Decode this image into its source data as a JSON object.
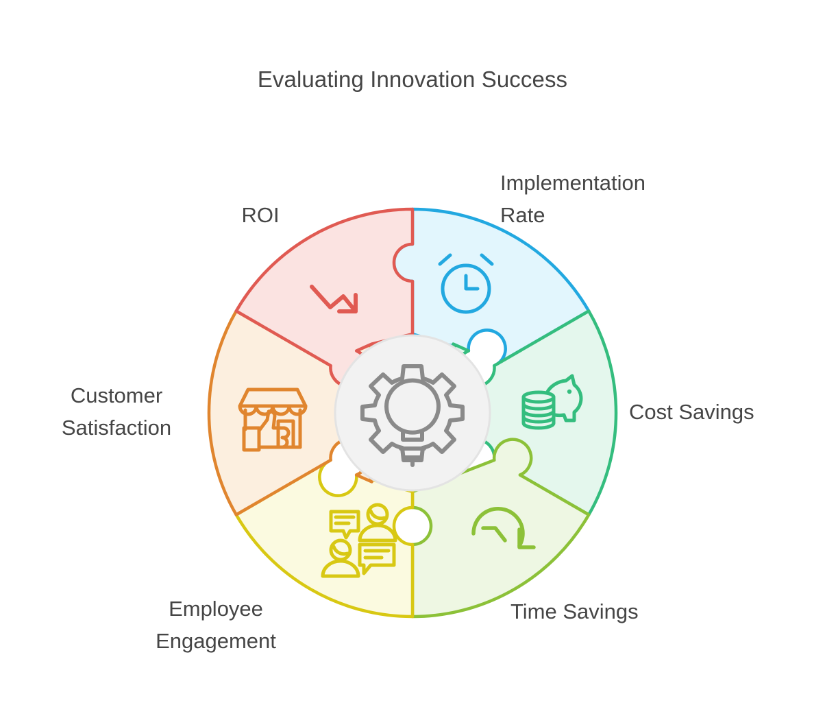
{
  "title": "Evaluating Innovation Success",
  "center": {
    "icon": "gear-lightbulb-icon",
    "fill": "#f2f2f2",
    "stroke": "#e0e0e0",
    "icon_color": "#8a8a8a"
  },
  "segments": [
    {
      "id": "implementation-rate",
      "label": "Implementation\nRate",
      "icon": "alarm-clock-icon",
      "stroke": "#22a8e0",
      "fill": "#e2f6fd",
      "start_angle": -90,
      "end_angle": -30
    },
    {
      "id": "cost-savings",
      "label": "Cost Savings",
      "icon": "piggy-bank-coins-icon",
      "stroke": "#34bd7e",
      "fill": "#e4f7ed",
      "start_angle": -30,
      "end_angle": 30
    },
    {
      "id": "time-savings",
      "label": "Time Savings",
      "icon": "clock-arrow-icon",
      "stroke": "#8cc138",
      "fill": "#eef7e3",
      "start_angle": 30,
      "end_angle": 90
    },
    {
      "id": "employee-engagement",
      "label": "Employee\nEngagement",
      "icon": "people-speech-bubbles-icon",
      "stroke": "#d8c813",
      "fill": "#fbfae0",
      "start_angle": 90,
      "end_angle": 150
    },
    {
      "id": "customer-satisfaction",
      "label": "Customer\nSatisfaction",
      "icon": "storefront-thumbsup-icon",
      "stroke": "#e0852e",
      "fill": "#fcefdf",
      "start_angle": 150,
      "end_angle": 210
    },
    {
      "id": "roi",
      "label": "ROI",
      "icon": "trend-down-arrow-icon",
      "stroke": "#e05a52",
      "fill": "#fbe3e1",
      "start_angle": 210,
      "end_angle": 270
    }
  ],
  "chart_data": {
    "type": "pie",
    "title": "Evaluating Innovation Success",
    "categories": [
      "Implementation Rate",
      "Cost Savings",
      "Time Savings",
      "Employee Engagement",
      "Customer Satisfaction",
      "ROI"
    ],
    "values": [
      60,
      60,
      60,
      60,
      60,
      60
    ],
    "unit": "degrees",
    "legend": "none",
    "grid": false
  }
}
